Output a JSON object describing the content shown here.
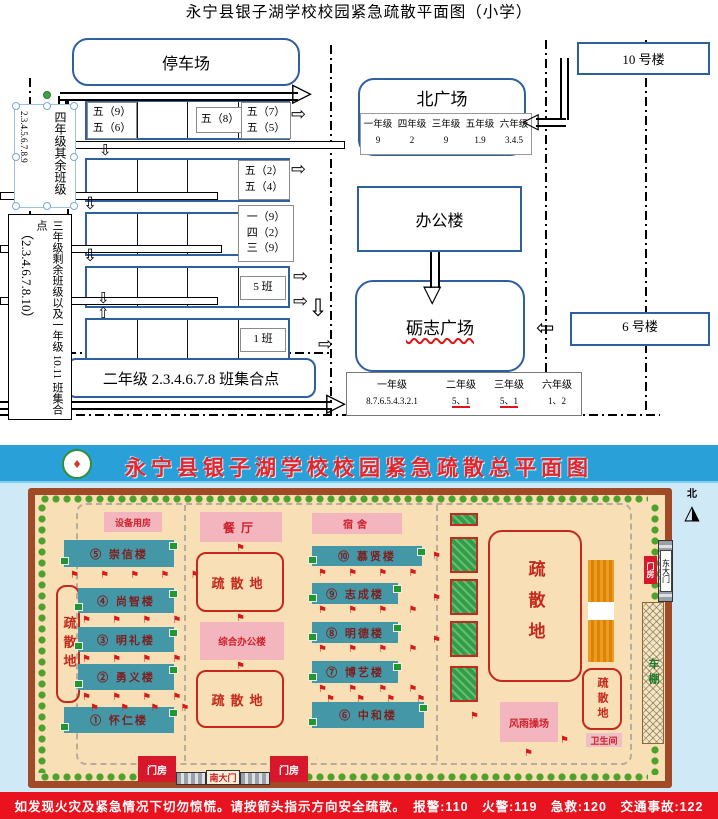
{
  "top_plan": {
    "title": "永宁县银子湖学校校园紧急疏散平面图（小学）",
    "parking_label": "停车场",
    "building_10": "10 号楼",
    "building_6": "6 号楼",
    "office_building": "办公楼",
    "lizhi_plaza": "砺志广场",
    "north_plaza": {
      "title": "北广场",
      "columns": [
        {
          "grade": "一年级",
          "classes": "9"
        },
        {
          "grade": "四年级",
          "classes": "2"
        },
        {
          "grade": "三年级",
          "classes": "9"
        },
        {
          "grade": "五年级",
          "classes": "1.9"
        },
        {
          "grade": "六年级",
          "classes": "3.4.5"
        }
      ]
    },
    "south_assembly_table": {
      "columns": [
        {
          "grade": "一年级",
          "classes": "8.7.6.5.4.3.2.1"
        },
        {
          "grade": "二年级",
          "classes": "5、1"
        },
        {
          "grade": "三年级",
          "classes": "5、1"
        },
        {
          "grade": "六年级",
          "classes": "1、2"
        }
      ]
    },
    "grade2_assembly": "二年级 2.3.4.6.7.8 班集合点",
    "note_grade4": {
      "numbers": "2.3.4.5.6.7.8.9",
      "text": "四年级其余班级"
    },
    "note_grade3": {
      "numbers": "（2.3.4.6.7.8.10）",
      "text": "三年级剩余班级以及一年级 10.11 班集合点"
    },
    "classroom_rows": [
      {
        "left": "五（9）\n五（6）",
        "mid": "五（8）",
        "right": "五（7）\n五（5）"
      },
      {
        "right": "五（2）\n五（4）"
      },
      {
        "right": "一（9）\n四（2）\n三（9）"
      },
      {
        "right": "5 班"
      },
      {
        "right": "1 班"
      }
    ]
  },
  "campus_map": {
    "title": "永宁县银子湖学校校园紧急疏散总平面图",
    "north_label": "北",
    "labels": {
      "equipment_room": "设备用房",
      "canteen": "餐厅",
      "dormitory": "宿舍",
      "admin_building": "综合办公楼",
      "sports_hall": "风雨操场",
      "toilet": "卫生间",
      "evacuation_area": "疏散地",
      "gatehouse": "门房",
      "south_gate": "南大门",
      "east_gate": "东大门",
      "bike_shed": "车棚"
    },
    "west_buildings": [
      "⑤ 崇信楼",
      "④ 尚智楼",
      "③ 明礼楼",
      "② 勇义楼",
      "① 怀仁楼"
    ],
    "east_buildings": [
      "⑩ 慕贤楼",
      "⑨ 志成楼",
      "⑧ 明德楼",
      "⑦ 博艺楼",
      "⑥ 中和楼"
    ]
  },
  "footer": {
    "warning": "如发现火灾及紧急情况下切勿惊慌。请按箭头指示方向安全疏散。　报警:110　火警:119　急救:120　交通事故:122"
  },
  "colors": {
    "diagram_blue": "#2e5f9e",
    "header_blue": "#2aa0d8",
    "title_red": "#e5252b",
    "building_teal": "#4497a6",
    "pink_building": "#f3b6bf",
    "evac_red": "#c5281c",
    "footer_red": "#e8131f",
    "map_beige": "#f8dfb6",
    "frame_brown": "#a04a28"
  }
}
